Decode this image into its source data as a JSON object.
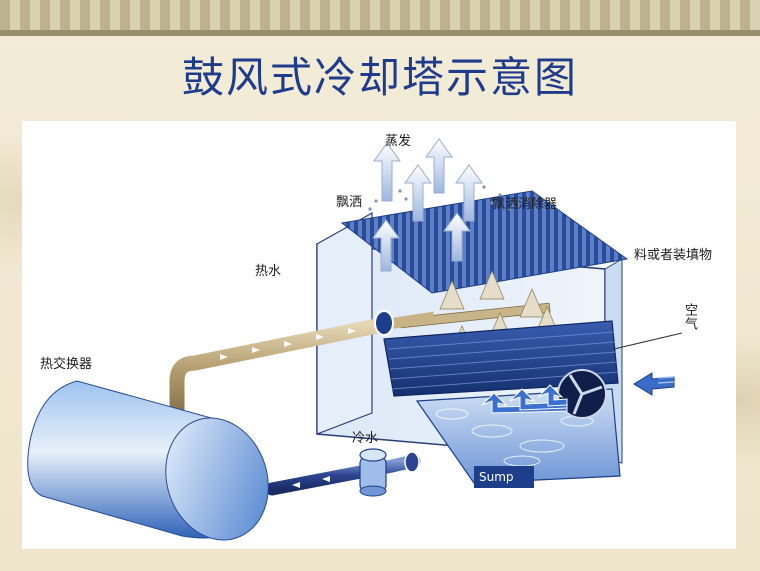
{
  "title": "鼓风式冷却塔示意图",
  "labels": {
    "evaporation": "蒸发",
    "drift_left": "飘洒",
    "drift_eliminator": "飘洒消除器",
    "hot_water": "热水",
    "fill_packing": "料或者装填物",
    "air": "空气",
    "heat_exchanger": "热交换器",
    "cold_water": "冷水",
    "sump": "Sump"
  },
  "colors": {
    "title": "#1f3b8c",
    "tower_blue": "#1d3e8a",
    "light_blue": "#cfe0f5",
    "pipe_tan": "#b9a57a",
    "pipe_blue": "#2d4590"
  }
}
